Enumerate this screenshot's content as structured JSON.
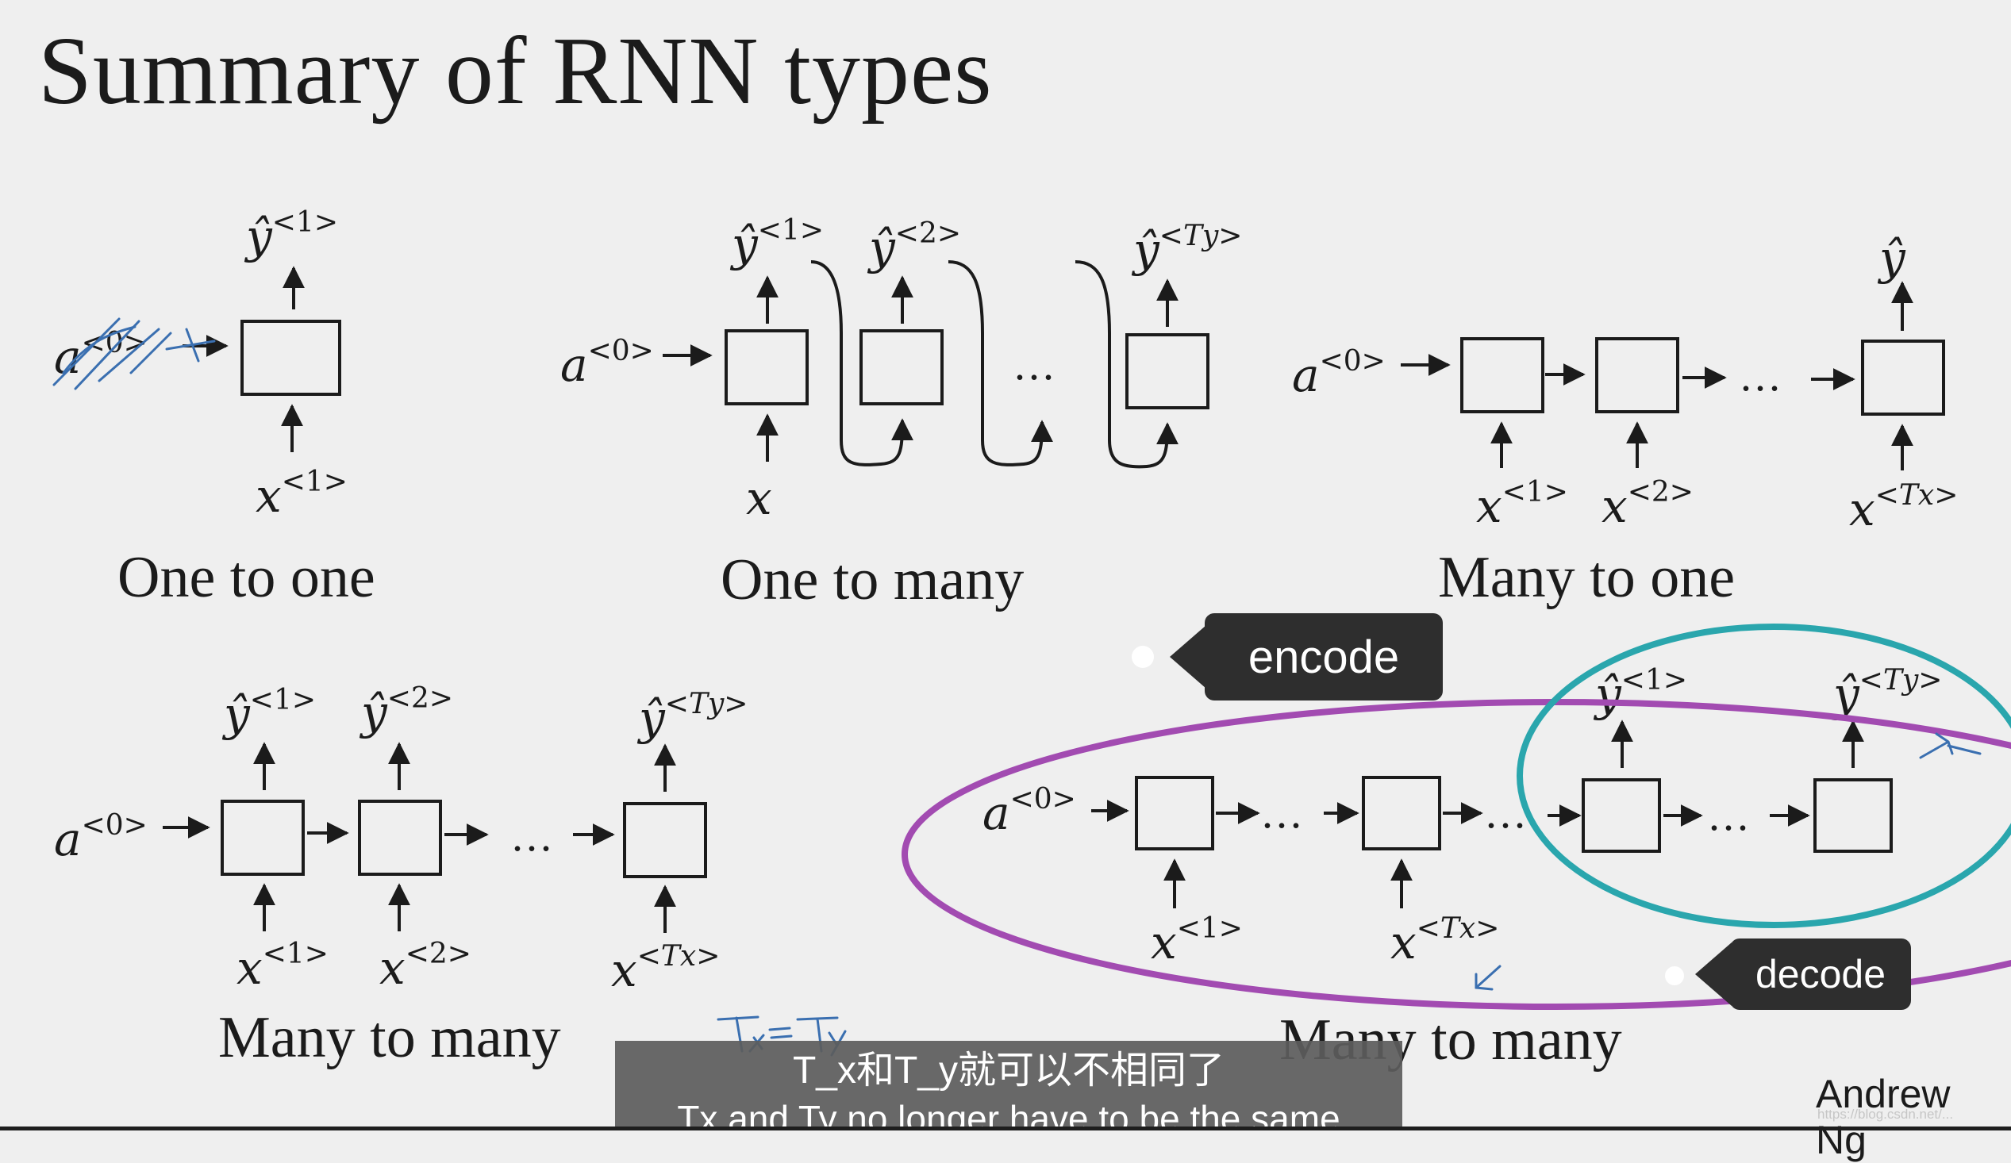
{
  "title": "Summary of RNN types",
  "panels": {
    "one_to_one": {
      "label": "One to one",
      "activation": "a",
      "activation_sup": "<0>",
      "output": "ŷ",
      "output_sup": "<1>",
      "input": "x",
      "input_sup": "<1>"
    },
    "one_to_many": {
      "label": "One to many",
      "activation": "a",
      "activation_sup": "<0>",
      "outputs": [
        {
          "sym": "ŷ",
          "sup": "<1>"
        },
        {
          "sym": "ŷ",
          "sup": "<2>"
        },
        {
          "sym": "ŷ",
          "sup": "<Ty>"
        }
      ],
      "input": "x",
      "ellipsis": "..."
    },
    "many_to_one": {
      "label": "Many to one",
      "activation": "a",
      "activation_sup": "<0>",
      "output": "ŷ",
      "inputs": [
        {
          "sym": "x",
          "sup": "<1>"
        },
        {
          "sym": "x",
          "sup": "<2>"
        },
        {
          "sym": "x",
          "sup": "<Tx>"
        }
      ],
      "ellipsis": "..."
    },
    "many_to_many_equal": {
      "label": "Many to many",
      "activation": "a",
      "activation_sup": "<0>",
      "outputs": [
        {
          "sym": "ŷ",
          "sup": "<1>"
        },
        {
          "sym": "ŷ",
          "sup": "<2>"
        },
        {
          "sym": "ŷ",
          "sup": "<Ty>"
        }
      ],
      "inputs": [
        {
          "sym": "x",
          "sup": "<1>"
        },
        {
          "sym": "x",
          "sup": "<2>"
        },
        {
          "sym": "x",
          "sup": "<Tx>"
        }
      ],
      "ellipsis": "...",
      "handwritten_note": "Tx = Ty"
    },
    "many_to_many_seq2seq": {
      "label": "Many to many",
      "activation": "a",
      "activation_sup": "<0>",
      "inputs": [
        {
          "sym": "x",
          "sup": "<1>"
        },
        {
          "sym": "x",
          "sup": "<Tx>"
        }
      ],
      "outputs": [
        {
          "sym": "ŷ",
          "sup": "<1>"
        },
        {
          "sym": "ŷ",
          "sup": "<Ty>"
        }
      ],
      "ellipsis": "..."
    }
  },
  "callouts": {
    "encode": "encode",
    "decode": "decode"
  },
  "colors": {
    "encoder_circle": "#a24bb1",
    "decoder_circle": "#2aa6ad",
    "handwriting": "#3a6fb0"
  },
  "subtitle": {
    "chinese": "T_x和T_y就可以不相同了",
    "english": "Tx and Ty no longer have to be the same"
  },
  "author": "Andrew Ng",
  "watermark": "https://blog.csdn.net/..."
}
